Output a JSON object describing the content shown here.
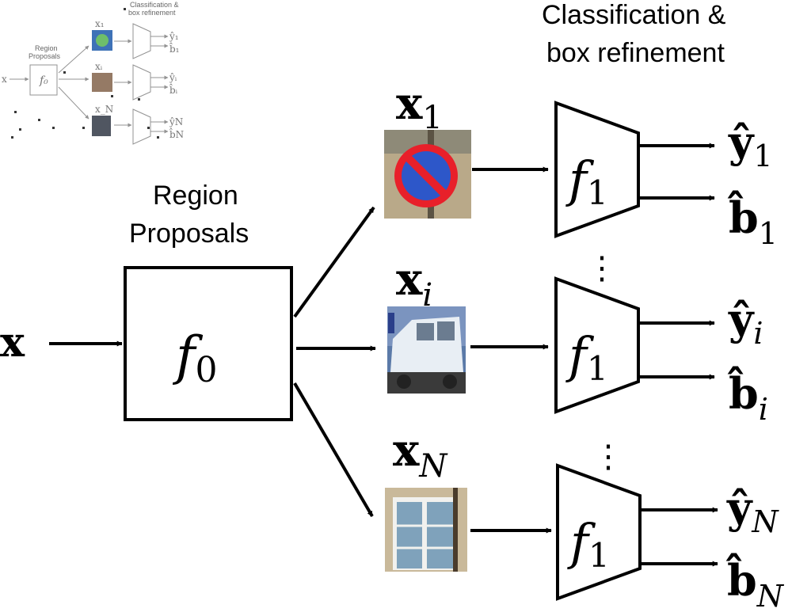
{
  "header": {
    "line1": "Classification &",
    "line2": "box refinement"
  },
  "region": {
    "line1": "Region",
    "line2": "Proposals"
  },
  "input_label": "x",
  "f0_base": "f",
  "f0_sub": "0",
  "f1_base": "f",
  "f1_sub": "1",
  "crops": [
    {
      "base": "x",
      "sub": "1"
    },
    {
      "base": "x",
      "sub": "i"
    },
    {
      "base": "x",
      "sub": "N"
    }
  ],
  "outputs": [
    {
      "y_base": "ŷ",
      "y_sub": "1",
      "b_base": "b̂",
      "b_sub": "1"
    },
    {
      "y_base": "ŷ",
      "y_sub": "i",
      "b_base": "b̂",
      "b_sub": "i"
    },
    {
      "y_base": "ŷ",
      "y_sub": "N",
      "b_base": "b̂",
      "b_sub": "N"
    }
  ],
  "ellipsis": "⋮",
  "thumbnail": {
    "header1": "Classification &",
    "header2": "box refinement",
    "region1": "Region",
    "region2": "Proposals"
  },
  "colors": {
    "stroke": "#000000",
    "sign_red": "#e8202a",
    "sign_blue": "#2d57c9"
  }
}
